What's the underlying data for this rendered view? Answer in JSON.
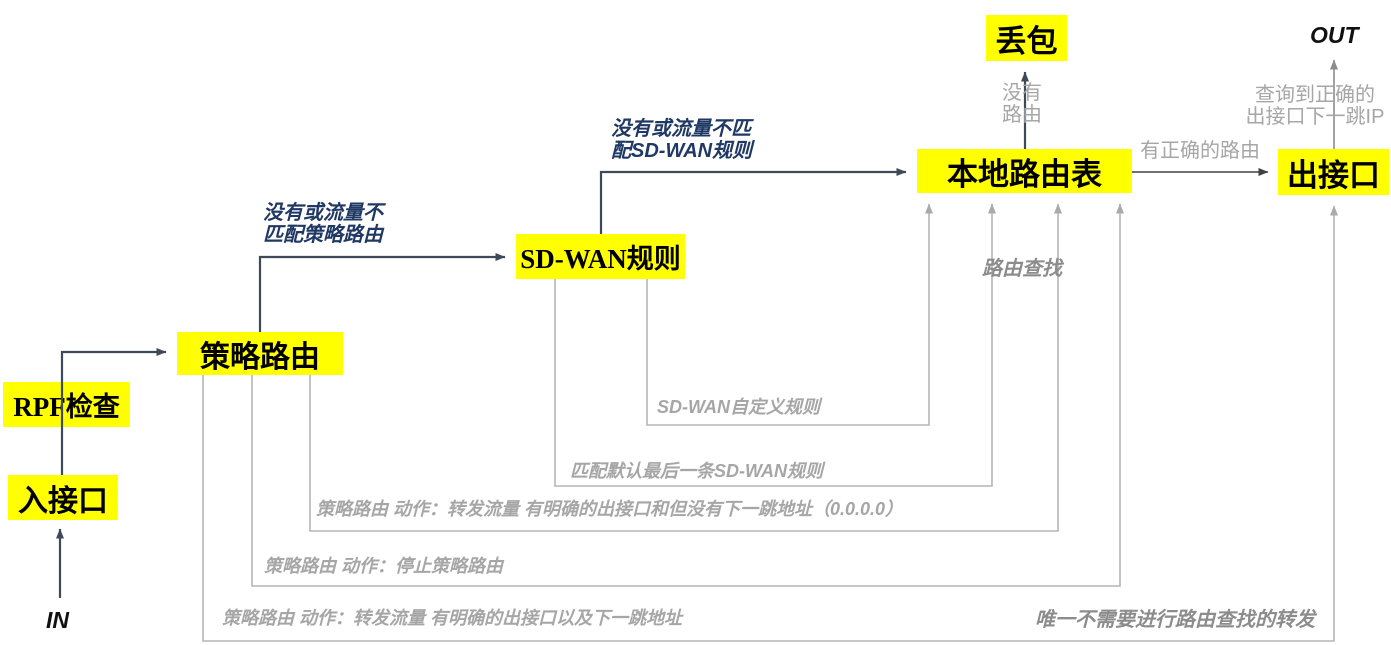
{
  "colors": {
    "node_bg": "#ffff00",
    "node_text": "#000000",
    "dark_line": "#3e4a59",
    "thin_dark_line": "#404040",
    "navy_label": "#1f3864",
    "gray_line": "#b5b5b5",
    "gray_label": "#a6a6a6",
    "mid_gray_label": "#8c8c8c",
    "out_arrow": "#8c8c8c"
  },
  "nodes": {
    "in_interface": "入接口",
    "rpf_check": "RPF检查",
    "policy_route": "策略路由",
    "sdwan_rule": "SD-WAN规则",
    "local_route_table": "本地路由表",
    "drop": "丢包",
    "out_interface": "出接口"
  },
  "endpoints": {
    "in": "IN",
    "out": "OUT"
  },
  "edge_labels": {
    "no_policy_match": "没有或流量不\n匹配策略路由",
    "no_sdwan_match": "没有或流量不匹\n配SD-WAN规则",
    "no_route": "没有\n路由",
    "found_next_hop": "查询到正确的\n出接口下一跳IP",
    "has_correct_route": "有正确的路由",
    "route_lookup": "路由查找",
    "sdwan_custom_rule": "SD-WAN自定义规则",
    "sdwan_default_last_rule": "匹配默认最后一条SD-WAN规则",
    "policy_forward_no_nexthop": "策略路由 动作：转发流量 有明确的出接口和但没有下一跳地址（0.0.0.0）",
    "policy_stop": "策略路由 动作：停止策略路由",
    "policy_forward_with_nexthop": "策略路由 动作：转发流量 有明确的出接口以及下一跳地址",
    "only_no_lookup_forward": "唯一不需要进行路由查找的转发"
  }
}
